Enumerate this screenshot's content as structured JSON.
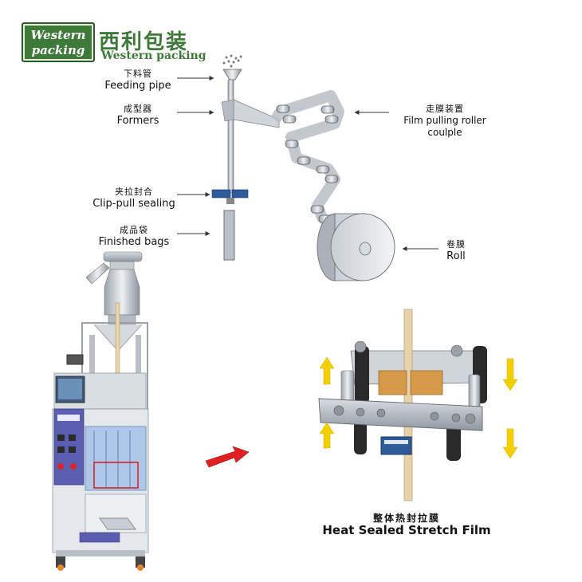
{
  "logo": {
    "box_line1": "Western",
    "box_line2": "packing",
    "cn": "西利包装",
    "en": "Western packing"
  },
  "labels": {
    "feeding_pipe": {
      "cn": "下料管",
      "en": "Feeding pipe"
    },
    "formers": {
      "cn": "成型器",
      "en": "Formers"
    },
    "clip_pull": {
      "cn": "夹拉封合",
      "en": "Clip-pull sealing"
    },
    "finished_bags": {
      "cn": "成品袋",
      "en": "Finished bags"
    },
    "film_pulling": {
      "cn": "走膜装置",
      "en": "Film pulling roller coulple"
    },
    "roll": {
      "cn": "卷膜",
      "en": "Roll"
    }
  },
  "caption": {
    "cn": "整体热封拉膜",
    "en": "Heat Sealed Stretch Film"
  },
  "colors": {
    "brand_green": "#3d7a3a",
    "arrow_red": "#e02020",
    "arrow_yellow": "#f2d000"
  }
}
